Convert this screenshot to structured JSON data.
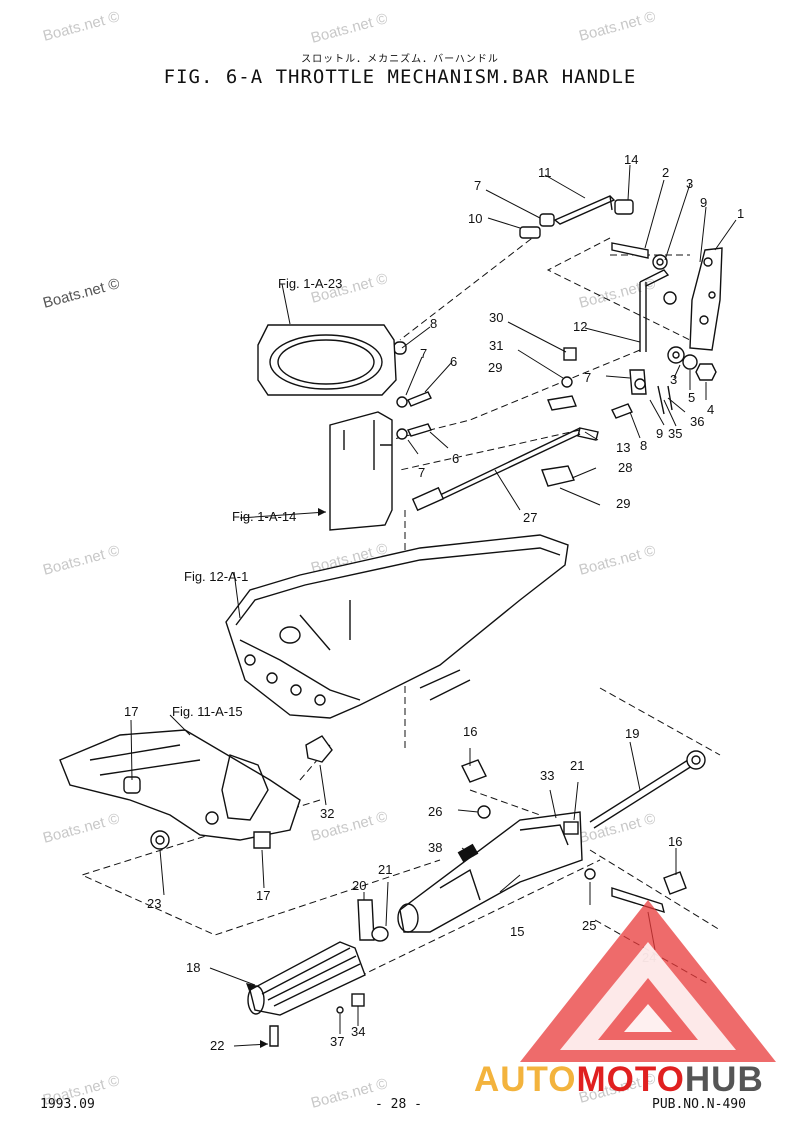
{
  "header": {
    "subtitle_jp": "スロットル．メカニズム．バーハンドル",
    "title": "FIG. 6-A THROTTLE MECHANISM.BAR HANDLE"
  },
  "watermark": "Boats.net ©",
  "references": {
    "fig_1_a_23": "Fig. 1-A-23",
    "fig_1_a_14": "Fig. 1-A-14",
    "fig_12_a_1": "Fig. 12-A-1",
    "fig_11_a_15": "Fig. 11-A-15"
  },
  "callouts": {
    "c1": "1",
    "c2": "2",
    "c3a": "3",
    "c3b": "3",
    "c4": "4",
    "c5": "5",
    "c6a": "6",
    "c6b": "6",
    "c7a": "7",
    "c7b": "7",
    "c7c": "7",
    "c7d": "7",
    "c8a": "8",
    "c8b": "8",
    "c9a": "9",
    "c9b": "9",
    "c10": "10",
    "c11": "11",
    "c12": "12",
    "c13": "13",
    "c14": "14",
    "c15": "15",
    "c16a": "16",
    "c16b": "16",
    "c17a": "17",
    "c17b": "17",
    "c18": "18",
    "c19": "19",
    "c20": "20",
    "c21a": "21",
    "c21b": "21",
    "c22": "22",
    "c23": "23",
    "c24": "24",
    "c25": "25",
    "c26": "26",
    "c27": "27",
    "c28": "28",
    "c29a": "29",
    "c29b": "29",
    "c30": "30",
    "c31": "31",
    "c32": "32",
    "c33": "33",
    "c34": "34",
    "c35": "35",
    "c36": "36",
    "c37": "37",
    "c38": "38"
  },
  "footer": {
    "date": "1993.09",
    "page": "- 28 -",
    "pub": "PUB.NO.N-490"
  },
  "brand": {
    "part1": "AUTO",
    "part2": "MOTO",
    "part3": "HUB"
  },
  "colors": {
    "brand_red": "#e02020",
    "brand_yellow": "#f3b33d",
    "brand_gray": "#555555",
    "logo_red": "#e83a3a"
  }
}
